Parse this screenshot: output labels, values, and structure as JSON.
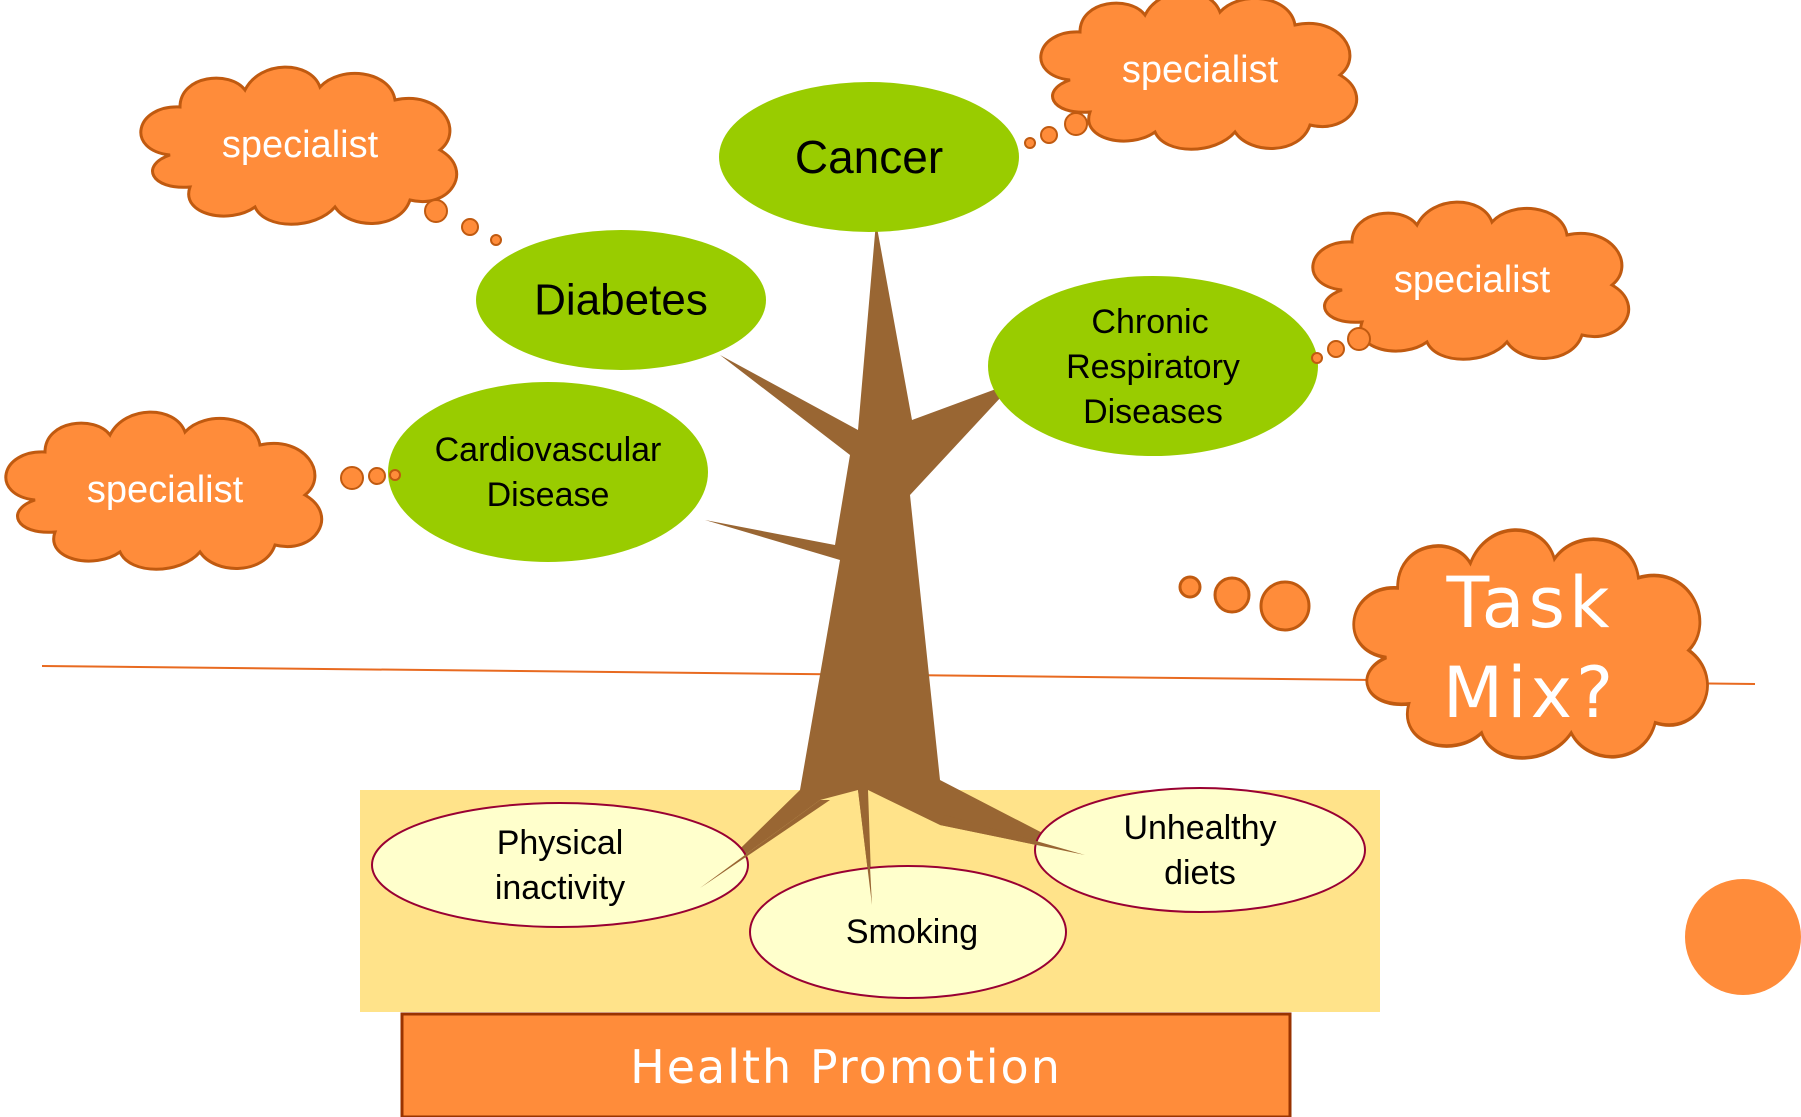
{
  "colors": {
    "leaf_green": "#99cc00",
    "trunk_brown": "#996633",
    "cloud_orange": "#ff8c3a",
    "cloud_outline": "#c05a10",
    "soil_yellow": "#ffe38a",
    "root_oval_fill": "#ffffcc",
    "root_oval_outline": "#990033",
    "base_orange": "#ff8c3a",
    "base_outline": "#993300",
    "ground_line": "#e86a20"
  },
  "diseases": {
    "cancer": "Cancer",
    "diabetes": "Diabetes",
    "respiratory": [
      "Chronic",
      "Respiratory",
      "Diseases"
    ],
    "cardiovascular": [
      "Cardiovascular",
      "Disease"
    ]
  },
  "specialists": [
    "specialist",
    "specialist",
    "specialist",
    "specialist"
  ],
  "task_mix": [
    "Task",
    "Mix?"
  ],
  "risk_factors": {
    "physical_inactivity": [
      "Physical",
      "inactivity"
    ],
    "smoking": "Smoking",
    "unhealthy_diets": [
      "Unhealthy",
      "diets"
    ]
  },
  "base_label": "Health Promotion"
}
